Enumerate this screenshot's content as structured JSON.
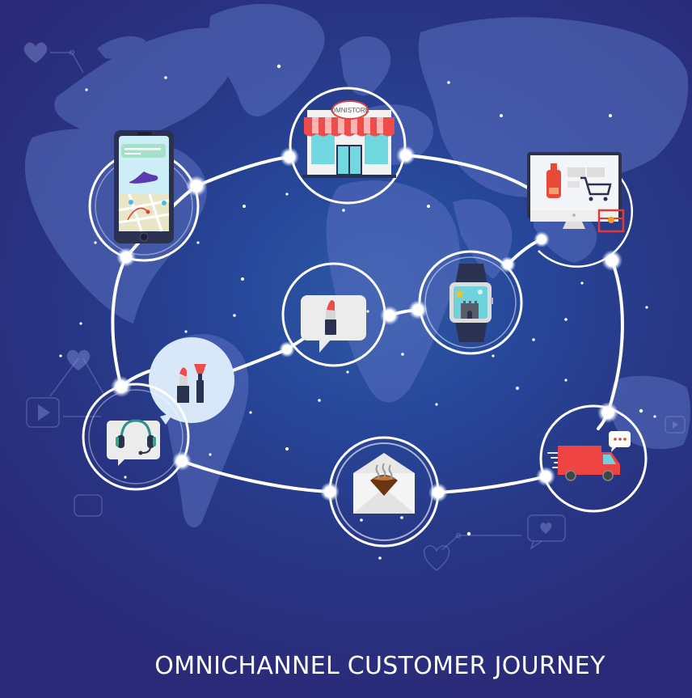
{
  "title": "OMNICHANNEL CUSTOMER JOURNEY",
  "colors": {
    "background_center": "#2f5aa6",
    "background_edge": "#2a2a78",
    "continents": "#5a6fc0",
    "ring": "#ffffff",
    "accent_red": "#ef4444",
    "accent_teal": "#5ed6e0",
    "dark_navy": "#2b3150"
  },
  "store_sign": "OMNISTORE",
  "nodes": [
    {
      "id": "mobile-app",
      "icon": "smartphone-icon",
      "label": "Mobile app with shoe product and map route"
    },
    {
      "id": "physical-store",
      "icon": "storefront-icon",
      "label": "Physical store"
    },
    {
      "id": "e-commerce",
      "icon": "desktop-shopping-cart-icon",
      "label": "Online store on desktop"
    },
    {
      "id": "smartwatch",
      "icon": "smartwatch-icon",
      "label": "Smartwatch"
    },
    {
      "id": "social-chat",
      "icon": "lipstick-chat-bubble-icon",
      "label": "Chat message with lipstick"
    },
    {
      "id": "cosmetics",
      "icon": "cosmetics-bubble-icon",
      "label": "Lipstick and brush"
    },
    {
      "id": "customer-support",
      "icon": "headset-chat-icon",
      "label": "Customer support headset"
    },
    {
      "id": "email",
      "icon": "coffee-envelope-icon",
      "label": "Email with coffee"
    },
    {
      "id": "delivery",
      "icon": "delivery-truck-icon",
      "label": "Delivery truck with message"
    }
  ],
  "background_icons": [
    "heart-icon",
    "play-video-icon",
    "camera-icon",
    "heart-message-icon",
    "video-icon"
  ]
}
